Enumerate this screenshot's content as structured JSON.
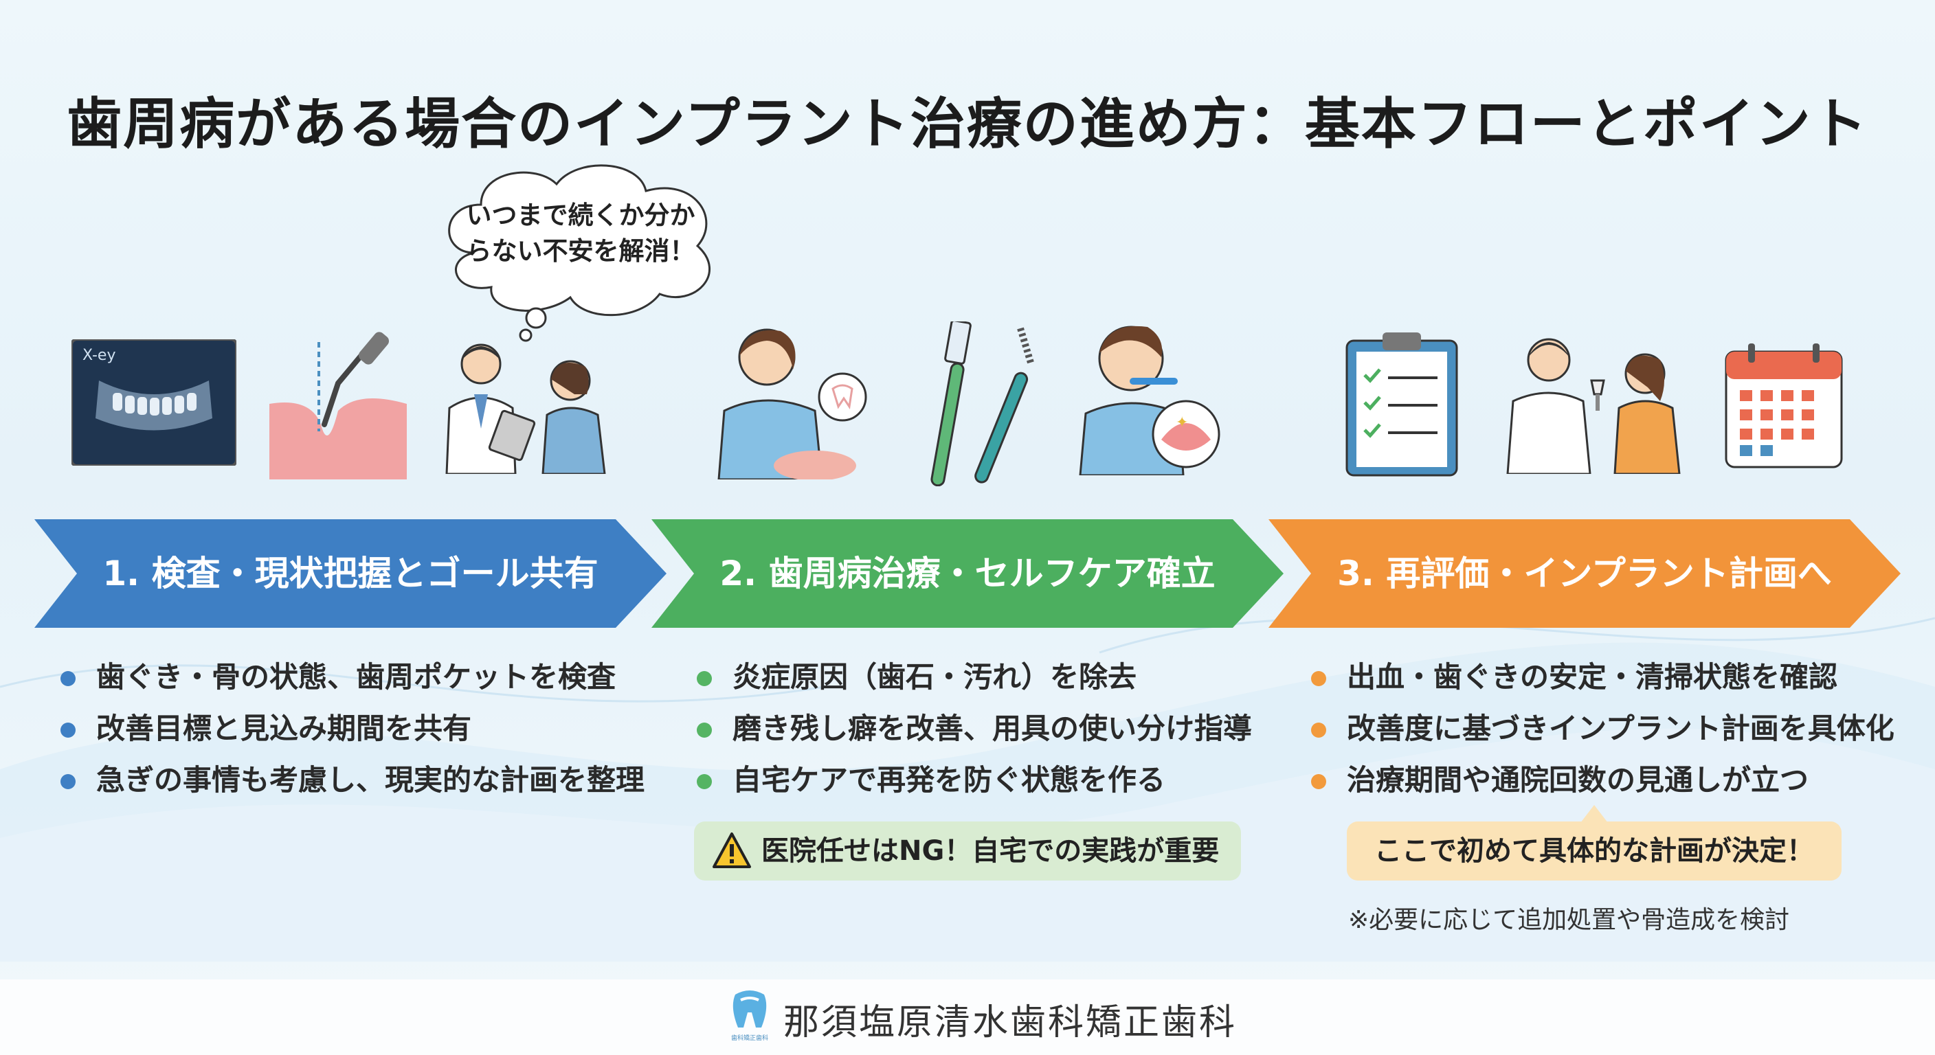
{
  "title": "歯周病がある場合のインプラント治療の進め方：基本フローとポイント",
  "thought_bubble": {
    "line1": "いつまで続くか分か",
    "line2": "らない不安を解消！"
  },
  "illustrations": {
    "xray_label": "X-ey"
  },
  "steps": [
    {
      "label": "1. 検査・現状把握とゴール共有",
      "color": "#3e7fc4",
      "dot_color": "#3e7fc4",
      "bullets": [
        "歯ぐき・骨の状態、歯周ポケットを検査",
        "改善目標と見込み期間を共有",
        "急ぎの事情も考慮し、現実的な計画を整理"
      ]
    },
    {
      "label": "2. 歯周病治療・セルフケア確立",
      "color": "#4caf5f",
      "dot_color": "#55b463",
      "bullets": [
        "炎症原因（歯石・汚れ）を除去",
        "磨き残し癖を改善、用具の使い分け指導",
        "自宅ケアで再発を防ぐ状態を作る"
      ],
      "callout": "医院任せはNG！自宅での実践が重要"
    },
    {
      "label": "3. 再評価・インプラント計画へ",
      "color": "#f2943a",
      "dot_color": "#f29a3c",
      "bullets": [
        "出血・歯ぐきの安定・清掃状態を確認",
        "改善度に基づきインプラント計画を具体化",
        "治療期間や通院回数の見通しが立つ"
      ],
      "callout": "ここで初めて具体的な計画が決定！",
      "note": "※必要に応じて追加処置や骨造成を検討"
    }
  ],
  "footer": {
    "clinic_name": "那須塩原清水歯科矯正歯科",
    "logo_caption": "歯科矯正歯科"
  }
}
